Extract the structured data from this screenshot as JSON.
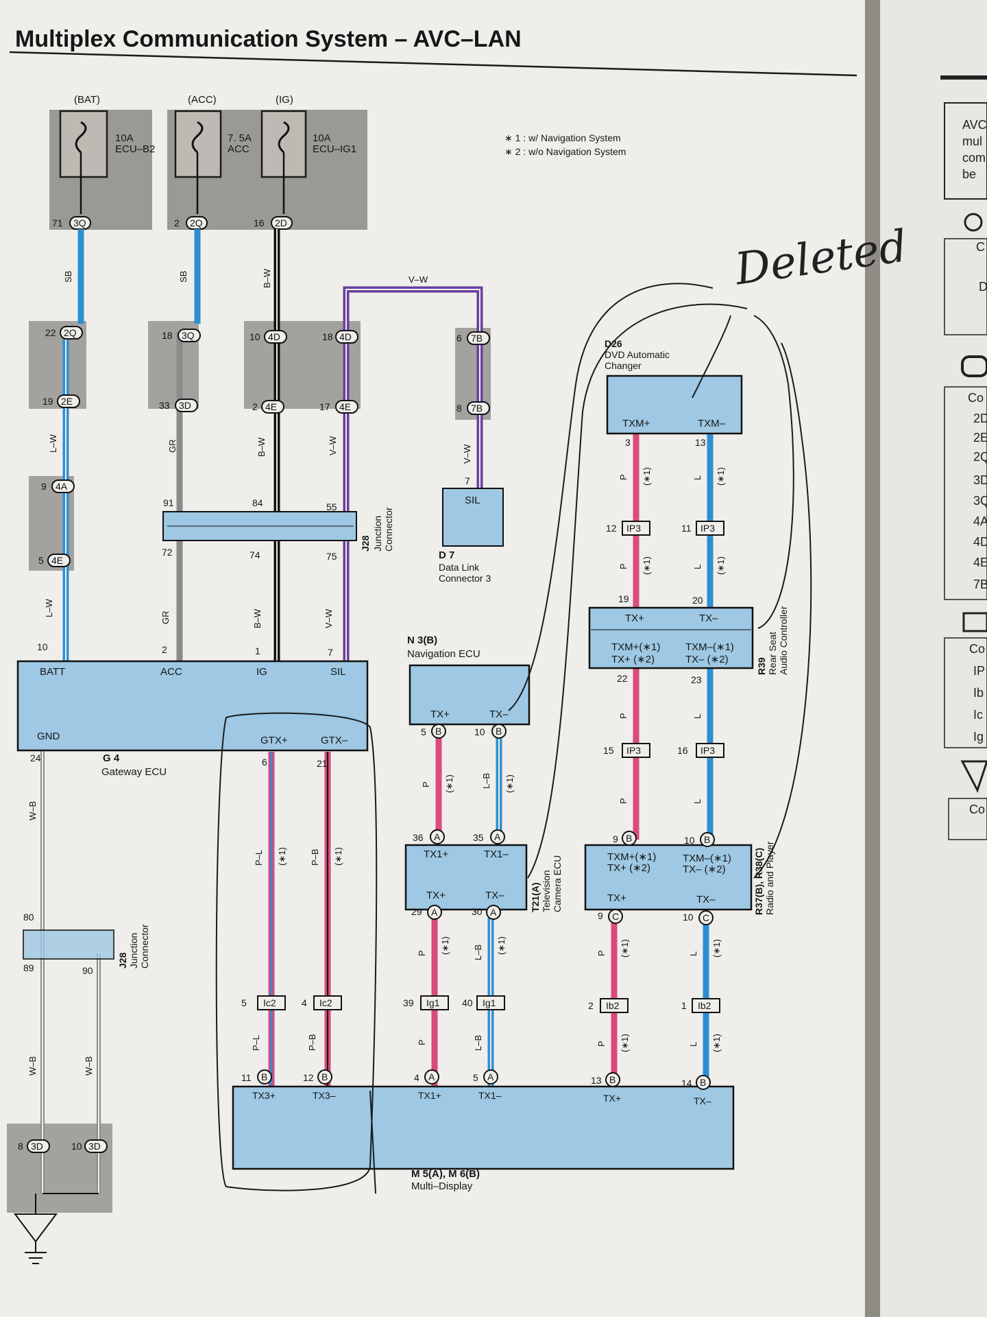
{
  "page": {
    "title": "Multiplex Communication System – AVC–LAN",
    "notes": [
      "∗ 1 : w/ Navigation System",
      "∗ 2 : w/o Navigation System"
    ],
    "handwriting": "Deleted"
  },
  "colors": {
    "paper": "#f1f0ec",
    "box": "#9ec8e3",
    "fusebox": "#9a9996",
    "wire_blue": "#2d8fd3",
    "wire_pink": "#d94b7c",
    "wire_purple": "#6a3fa0"
  },
  "fuses": [
    {
      "source": "(BAT)",
      "rating": "10A",
      "name": "ECU–B2",
      "pin": "71",
      "conn": "3Q"
    },
    {
      "source": "(ACC)",
      "rating": "7. 5A",
      "name": "ACC",
      "pin": "2",
      "conn": "2Q"
    },
    {
      "source": "(IG)",
      "rating": "10A",
      "name": "ECU–IG1",
      "pin": "16",
      "conn": "2D"
    }
  ],
  "connectors": {
    "c22": {
      "pin": "22",
      "conn": "2Q"
    },
    "c19": {
      "pin": "19",
      "conn": "2E"
    },
    "c9": {
      "pin": "9",
      "conn": "4A"
    },
    "c5": {
      "pin": "5",
      "conn": "4E"
    },
    "c18": {
      "pin": "18",
      "conn": "3Q"
    },
    "c33": {
      "pin": "33",
      "conn": "3D"
    },
    "c10": {
      "pin": "10",
      "conn": "4D"
    },
    "c2": {
      "pin": "2",
      "conn": "4E"
    },
    "c18b": {
      "pin": "18",
      "conn": "4D"
    },
    "c17": {
      "pin": "17",
      "conn": "4E"
    },
    "c6": {
      "pin": "6",
      "conn": "7B"
    },
    "c8": {
      "pin": "8",
      "conn": "7B"
    },
    "g8": {
      "pin": "8",
      "conn": "3D"
    },
    "g10": {
      "pin": "10",
      "conn": "3D"
    }
  },
  "wires": {
    "sb": "SB",
    "lw": "L–W",
    "gr": "GR",
    "bw": "B–W",
    "vw": "V–W",
    "p": "P",
    "l": "L",
    "pl": "P–L",
    "pb": "P–B",
    "lb": "L–B",
    "wb": "W–B",
    "star1": "(∗1)"
  },
  "j28": {
    "code": "J28",
    "name1": "Junction",
    "name2": "Connector",
    "pins": [
      "91",
      "84",
      "55",
      "72",
      "74",
      "75"
    ]
  },
  "j28_ground": {
    "code": "J28",
    "name1": "Junction",
    "name2": "Connector",
    "pins": [
      "80",
      "89",
      "90"
    ]
  },
  "d7": {
    "code": "D 7",
    "name1": "Data Link",
    "name2": "Connector 3",
    "label": "SIL",
    "pin": "7"
  },
  "gateway": {
    "code": "G 4",
    "name": "Gateway ECU",
    "labels": {
      "batt": "BATT",
      "acc": "ACC",
      "ig": "IG",
      "sil": "SIL",
      "gnd": "GND",
      "gtxp": "GTX+",
      "gtxm": "GTX–"
    },
    "pins": {
      "batt": "10",
      "acc": "2",
      "ig": "1",
      "sil": "7",
      "gnd": "24",
      "gtxp": "6",
      "gtxm": "21"
    }
  },
  "nav": {
    "code": "N 3(B)",
    "name": "Navigation ECU",
    "txp": "TX+",
    "txm": "TX–",
    "pin_p": "5",
    "pin_m": "10",
    "conn": "B"
  },
  "tv": {
    "code": "T21(A)",
    "name1": "Television",
    "name2": "Camera ECU",
    "top_p": "TX1+",
    "top_m": "TX1–",
    "bot_p": "TX+",
    "bot_m": "TX–",
    "pins": {
      "top_p": "36",
      "top_m": "35",
      "bot_p": "29",
      "bot_m": "30"
    },
    "conn": "A"
  },
  "dvd": {
    "code": "D26",
    "name1": "DVD Automatic",
    "name2": "Changer",
    "txmp": "TXM+",
    "txmm": "TXM–",
    "pin_p": "3",
    "pin_m": "13"
  },
  "ip3": {
    "label": "IP3",
    "a": "12",
    "b": "11",
    "c": "15",
    "d": "16"
  },
  "rsac": {
    "code": "R39",
    "name1": "Rear Seat",
    "name2": "Audio Controller",
    "txp": "TX+",
    "txm": "TX–",
    "l1p": "TXM+(∗1)",
    "l2p": "TX+ (∗2)",
    "l1m": "TXM–(∗1)",
    "l2m": "TX– (∗2)",
    "pins": {
      "in_p": "19",
      "in_m": "20",
      "out_p": "22",
      "out_m": "23"
    }
  },
  "radio": {
    "code": "R37(B), R38(C)",
    "name": "Radio and Player",
    "l1p": "TXM+(∗1)",
    "l2p": "TX+ (∗2)",
    "l1m": "TXM–(∗1)",
    "l2m": "TX– (∗2)",
    "txp": "TX+",
    "txm": "TX–",
    "pins": {
      "in_p": "9",
      "in_m": "10",
      "out_p": "9",
      "out_m": "10"
    },
    "conn_in": "B",
    "conn_out": "C"
  },
  "ic2": {
    "label": "Ic2",
    "a": "5",
    "b": "4"
  },
  "ig1": {
    "label": "Ig1",
    "a": "39",
    "b": "40"
  },
  "ib2": {
    "label": "Ib2",
    "a": "2",
    "b": "1"
  },
  "multi": {
    "code": "M 5(A), M 6(B)",
    "name": "Multi–Display",
    "labels": [
      "TX3+",
      "TX3–",
      "TX1+",
      "TX1–",
      "TX+",
      "TX–"
    ],
    "pins": [
      "11",
      "12",
      "4",
      "5",
      "13",
      "14"
    ],
    "conns": [
      "B",
      "B",
      "A",
      "A",
      "B",
      "B"
    ]
  },
  "right_page": {
    "lines": [
      "AVC",
      "mul",
      "com",
      "be"
    ],
    "list_a": [
      "C",
      "D"
    ],
    "head1": "Co",
    "list_b": [
      "2D",
      "2E",
      "2Q",
      "3D",
      "3Q",
      "4A",
      "4D",
      "4E",
      "7B"
    ],
    "head2": "Co",
    "list_c": [
      "IP",
      "Ib",
      "Ic",
      "Ig"
    ],
    "head3": "Co"
  }
}
